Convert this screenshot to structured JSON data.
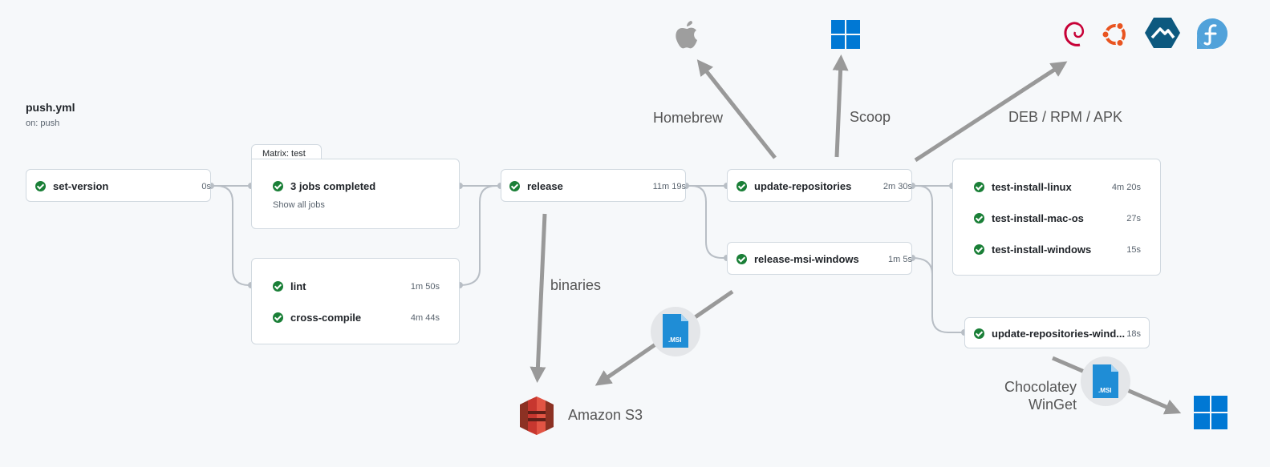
{
  "workflow": {
    "title": "push.yml",
    "trigger": "on: push"
  },
  "jobs": {
    "set_version": {
      "name": "set-version",
      "duration": "0s"
    },
    "matrix": {
      "tab": "Matrix: test",
      "summary": "3 jobs completed",
      "show_all": "Show all jobs"
    },
    "lint": {
      "name": "lint",
      "duration": "1m 50s"
    },
    "cross_compile": {
      "name": "cross-compile",
      "duration": "4m 44s"
    },
    "release": {
      "name": "release",
      "duration": "11m 19s"
    },
    "update_repositories": {
      "name": "update-repositories",
      "duration": "2m 30s"
    },
    "release_msi_windows": {
      "name": "release-msi-windows",
      "duration": "1m 5s"
    },
    "test_install_linux": {
      "name": "test-install-linux",
      "duration": "4m 20s"
    },
    "test_install_mac_os": {
      "name": "test-install-mac-os",
      "duration": "27s"
    },
    "test_install_windows": {
      "name": "test-install-windows",
      "duration": "15s"
    },
    "update_repositories_windows": {
      "name": "update-repositories-wind...",
      "duration": "18s"
    }
  },
  "annotations": {
    "homebrew": "Homebrew",
    "scoop": "Scoop",
    "deb_rpm_apk": "DEB / RPM / APK",
    "binaries": "binaries",
    "amazon_s3": "Amazon S3",
    "chocolatey": "Chocolatey",
    "winget": "WinGet",
    "msi_label": ".MSI"
  },
  "icons": {
    "apple": "apple-icon",
    "windows": "windows-icon",
    "debian": "debian-icon",
    "ubuntu": "ubuntu-icon",
    "alpine": "alpine-icon",
    "fedora": "fedora-icon",
    "s3": "amazon-s3-icon",
    "msi": "msi-file-icon"
  },
  "colors": {
    "success": "#1a7f37",
    "arrow": "#999999",
    "windows_blue": "#0078d4",
    "debian_red": "#c70036",
    "ubuntu_orange": "#e95420",
    "alpine_blue": "#0d597f",
    "fedora_blue": "#51a2da",
    "s3_red": "#c7372f"
  }
}
